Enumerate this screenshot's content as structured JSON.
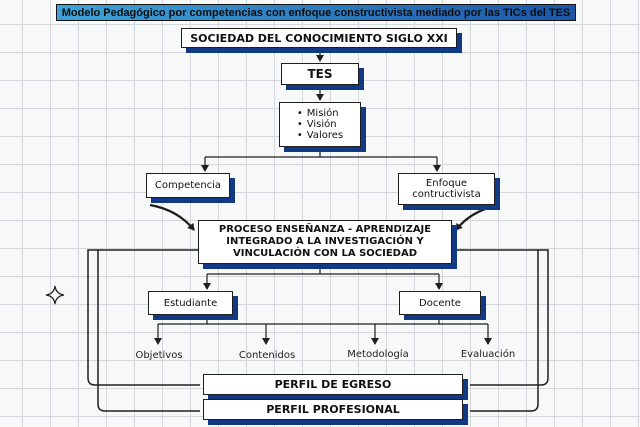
{
  "title": "Modelo Pedagógico por competencias con enfoque constructivista mediado por las TICs del TES",
  "nodes": {
    "society": "SOCIEDAD DEL CONOCIMIENTO SIGLO XXI",
    "tes": "TES",
    "values": [
      "Misión",
      "Visión",
      "Valores"
    ],
    "competencia": "Competencia",
    "enfoque": "Enfoque contructivista",
    "proceso": "PROCESO ENSEÑANZA - APRENDIZAJE INTEGRADO A LA INVESTIGACIÓN Y VINCULACIÓN CON LA SOCIEDAD",
    "estudiante": "Estudiante",
    "docente": "Docente",
    "leaves": [
      "Objetivos",
      "Contenidos",
      "Metodología",
      "Evaluación"
    ],
    "egreso": "PERFIL DE EGRESO",
    "profesional": "PERFIL PROFESIONAL"
  },
  "icons": {
    "decorative": "sparkle-icon"
  },
  "colors": {
    "shadow": "#123a84",
    "banner_start": "#3ea3d8",
    "banner_end": "#1c56a8",
    "line": "#1f1f1f"
  }
}
